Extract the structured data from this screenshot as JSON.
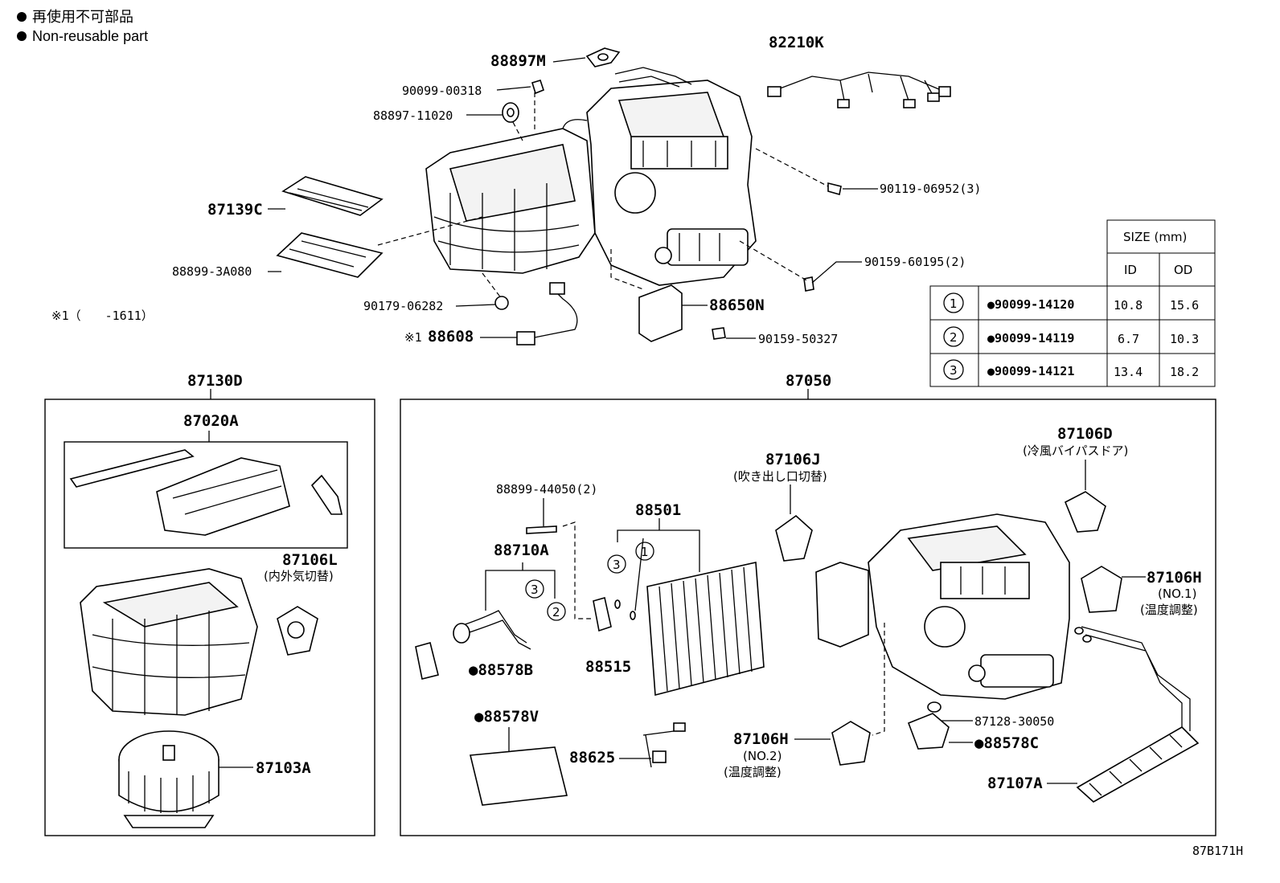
{
  "legend": {
    "symbol": "●",
    "text_jp": "再使用不可部品",
    "text_en": "Non-reusable part"
  },
  "footnote": "※1（　　-1611）",
  "parts_top": {
    "p88897M": "88897M",
    "p82210K": "82210K",
    "p90099_00318": "90099-00318",
    "p88897_11020": "88897-11020",
    "p90119_06952": "90119-06952(3)",
    "p87139C": "87139C",
    "p88899_3A080": "88899-3A080",
    "p90159_60195": "90159-60195(2)",
    "p90179_06282": "90179-06282",
    "p88650N": "88650N",
    "p88608_prefix": "※1",
    "p88608": "88608",
    "p90159_50327": "90159-50327"
  },
  "size_table": {
    "header": "SIZE (mm)",
    "col_id": "ID",
    "col_od": "OD",
    "rows": [
      {
        "no": "1",
        "part": "●90099-14120",
        "id": "10.8",
        "od": "15.6"
      },
      {
        "no": "2",
        "part": "●90099-14119",
        "id": "6.7",
        "od": "10.3"
      },
      {
        "no": "3",
        "part": "●90099-14121",
        "id": "13.4",
        "od": "18.2"
      }
    ]
  },
  "box_left": {
    "title": "87130D",
    "p87020A": "87020A",
    "p87106L": "87106L",
    "p87106L_desc": "(内外気切替)",
    "p87103A": "87103A"
  },
  "box_right": {
    "title": "87050",
    "p88899_44050": "88899-44050(2)",
    "p88501": "88501",
    "p87106J": "87106J",
    "p87106J_desc": "(吹き出し口切替)",
    "p87106D": "87106D",
    "p87106D_desc": "(冷風バイパスドア)",
    "p88710A": "88710A",
    "p87106H_1": "87106H",
    "p87106H_1_no": "(NO.1)",
    "p87106H_1_desc": "(温度調整)",
    "p88578B": "●88578B",
    "p88515": "88515",
    "p88578V": "●88578V",
    "p88625": "88625",
    "p87106H_2": "87106H",
    "p87106H_2_no": "(NO.2)",
    "p87106H_2_desc": "(温度調整)",
    "p87128_30050": "87128-30050",
    "p88578C": "●88578C",
    "p87107A": "87107A",
    "oring_a": "3",
    "oring_b": "1",
    "oring_c": "3",
    "oring_d": "2"
  },
  "diagram_code": "87B171H"
}
